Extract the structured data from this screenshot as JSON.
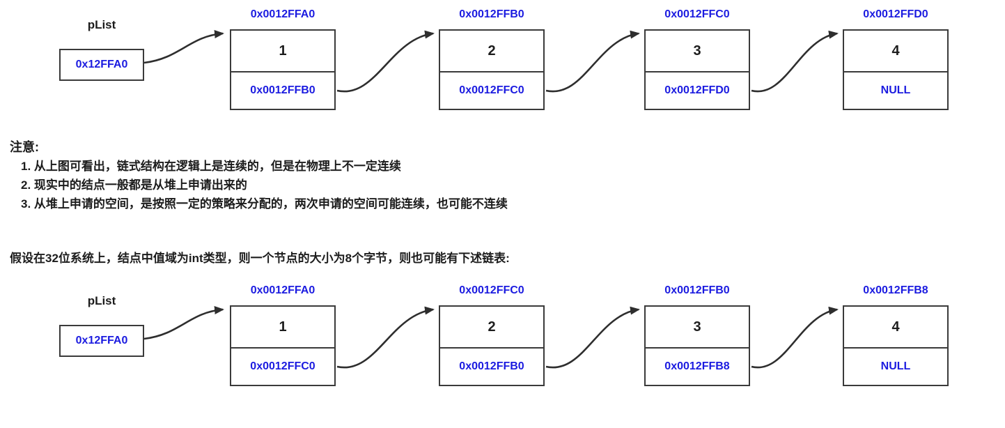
{
  "colors": {
    "address_blue": "#1b1be0",
    "line": "#2e2e2e",
    "text": "#1c1c1c"
  },
  "diagram1": {
    "plist_label": "pList",
    "plist_value": "0x12FFA0",
    "nodes": [
      {
        "address": "0x0012FFA0",
        "value": "1",
        "next": "0x0012FFB0"
      },
      {
        "address": "0x0012FFB0",
        "value": "2",
        "next": "0x0012FFC0"
      },
      {
        "address": "0x0012FFC0",
        "value": "3",
        "next": "0x0012FFD0"
      },
      {
        "address": "0x0012FFD0",
        "value": "4",
        "next": "NULL"
      }
    ]
  },
  "notes": {
    "title": "注意:",
    "items": [
      "1. 从上图可看出，链式结构在逻辑上是连续的，但是在物理上不一定连续",
      "2. 现实中的结点一般都是从堆上申请出来的",
      "3. 从堆上申请的空间，是按照一定的策略来分配的，两次申请的空间可能连续，也可能不连续"
    ]
  },
  "section2": {
    "heading": "假设在32位系统上，结点中值域为int类型，则一个节点的大小为8个字节，则也可能有下述链表:"
  },
  "diagram2": {
    "plist_label": "pList",
    "plist_value": "0x12FFA0",
    "nodes": [
      {
        "address": "0x0012FFA0",
        "value": "1",
        "next": "0x0012FFC0"
      },
      {
        "address": "0x0012FFC0",
        "value": "2",
        "next": "0x0012FFB0"
      },
      {
        "address": "0x0012FFB0",
        "value": "3",
        "next": "0x0012FFB8"
      },
      {
        "address": "0x0012FFB8",
        "value": "4",
        "next": "NULL"
      }
    ]
  }
}
